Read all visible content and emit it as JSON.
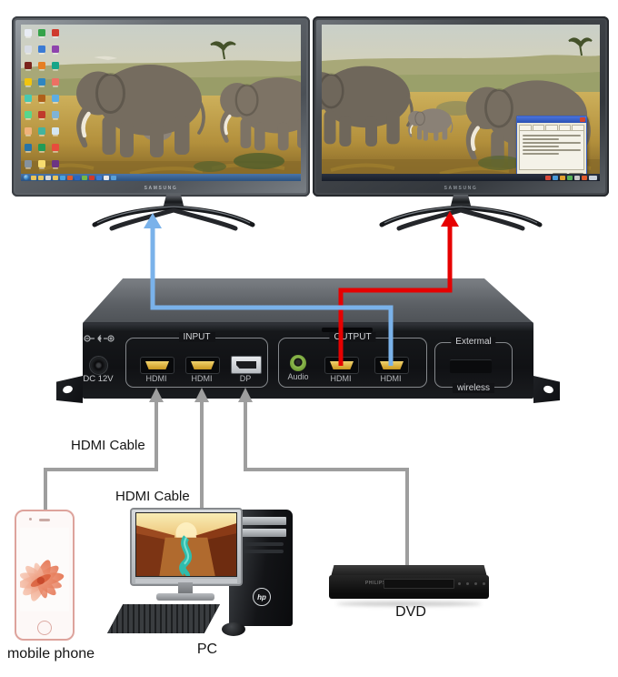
{
  "monitors": {
    "brand": "SAMSUNG"
  },
  "switcher": {
    "power": {
      "label": "DC 12V"
    },
    "groups": {
      "input": "INPUT",
      "output": "OUTPUT",
      "external_line1": "Extermal",
      "external_line2": "wireless"
    },
    "ports": {
      "inputs": [
        "HDMI",
        "HDMI",
        "DP"
      ],
      "audio": "Audio",
      "outputs": [
        "HDMI",
        "HDMI"
      ]
    }
  },
  "cables": {
    "label1": "HDMI Cable",
    "label2": "HDMI Cable"
  },
  "sources": {
    "phone_label": "mobile phone",
    "pc_label": "PC",
    "pc_tower_brand": "hp",
    "dvd_label": "DVD",
    "dvd_brand": "PHILIPS"
  },
  "colors": {
    "accent_blue": "#7ab2ea",
    "accent_red": "#e60000",
    "cable_gray": "#9e9e9e",
    "hdmi_gold": "#c9971f",
    "audio_green": "#8fbc4f"
  },
  "desktop": {
    "icon_palette": [
      "#e8ecf4",
      "#35a34a",
      "#cf3b2d",
      "#d8dce4",
      "#3b7bd4",
      "#8e44ad",
      "#7b241c",
      "#e67e22",
      "#17a589",
      "#f1c40f",
      "#2e86c1",
      "#ec7063",
      "#48c9b0",
      "#af601a",
      "#5dade2",
      "#58d68d",
      "#c0392b",
      "#7fb3d5",
      "#f0b27a",
      "#45b39d",
      "#d4e6f1",
      "#2874a6",
      "#239b56",
      "#e74c3c",
      "#85929e",
      "#f7dc6f",
      "#6c3483"
    ],
    "taskbar_palette": [
      "#e9c55a",
      "#e9c55a",
      "#d8d8d8",
      "#e9c55a",
      "#4aa3e0",
      "#e05a2b",
      "#2b66c4",
      "#74b947",
      "#cf3b2d",
      "#3b7bd4",
      "#e8e8e8",
      "#5aa0d8"
    ],
    "tray_palette": [
      "#d84a3a",
      "#4a9ad8",
      "#e0a030",
      "#58b45a",
      "#c8c8c8",
      "#e05a2b"
    ]
  }
}
